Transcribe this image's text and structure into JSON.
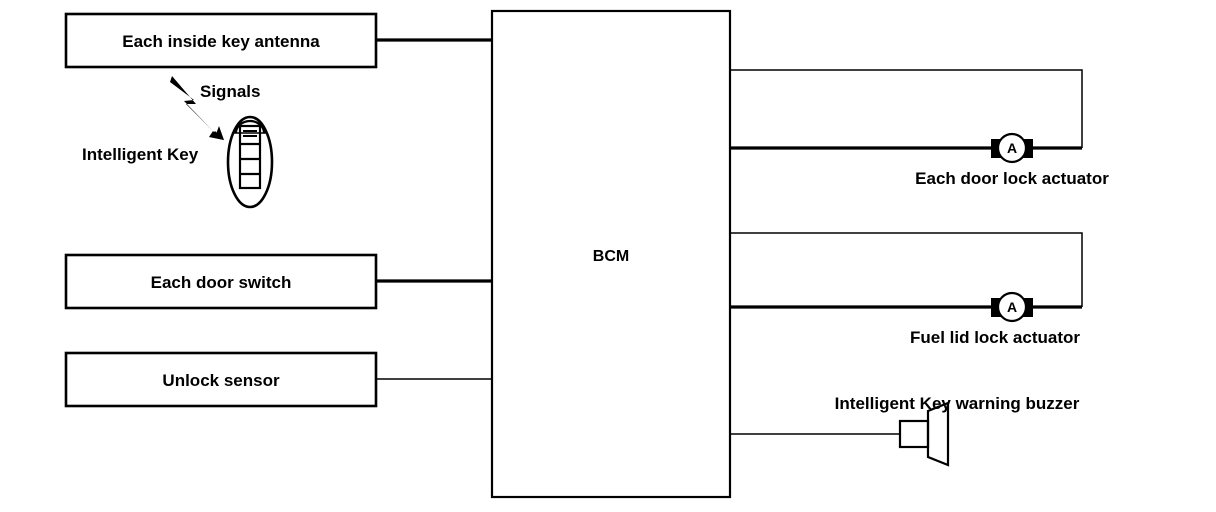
{
  "diagram": {
    "title": "Intelligent Key door lock system block diagram",
    "stroke_color": "#000000",
    "background_color": "#ffffff"
  },
  "inputs": [
    {
      "id": "inside-key-antenna",
      "label": "Each inside key antenna"
    },
    {
      "id": "door-switch",
      "label": "Each door switch"
    },
    {
      "id": "unlock-sensor",
      "label": "Unlock sensor"
    }
  ],
  "controller": {
    "label": "BCM"
  },
  "annotations": {
    "signals": "Signals",
    "intelligent_key": "Intelligent Key"
  },
  "outputs": [
    {
      "id": "door-lock-actuator",
      "label": "Each door lock actuator",
      "symbol": "A"
    },
    {
      "id": "fuel-lid-lock-actuator",
      "label": "Fuel lid lock actuator",
      "symbol": "A"
    },
    {
      "id": "warning-buzzer",
      "label": "Intelligent Key warning buzzer",
      "symbol": "buzzer-icon"
    }
  ]
}
